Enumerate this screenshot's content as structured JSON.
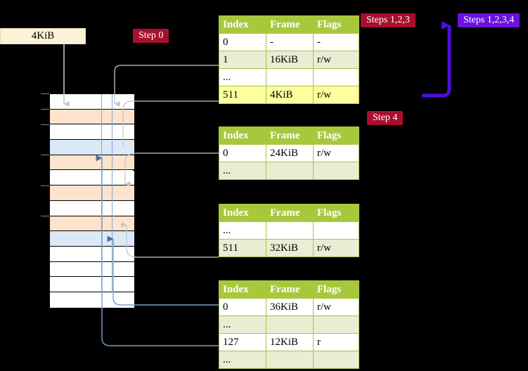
{
  "badges": {
    "step0": "Step 0",
    "step4": "Step 4",
    "steps123": "Steps 1,2,3",
    "steps1234": "Steps 1,2,3,4"
  },
  "memory_label": {
    "size": "4KiB"
  },
  "colors": {
    "table_header_bg": "#a8c83c",
    "table_alt_row_bg": "#e8eed2",
    "highlight_bg": "#ffffa0",
    "badge_crimson": "#a80f2e",
    "badge_violet": "#6a13e0",
    "mem_orange": "#fde3cc",
    "mem_blue": "#dbe8f7",
    "connector_gray": "#c8c8c8",
    "connector_blue": "#7b9fc7",
    "arrow_violet": "#4b10d8",
    "label_bg": "#fdf1d8"
  },
  "columns": [
    "Index",
    "Frame",
    "Flags"
  ],
  "tables": [
    {
      "name": "pml4-table",
      "rows": [
        {
          "index": "0",
          "frame": "-",
          "flags": "-",
          "shade": "white",
          "highlight": false
        },
        {
          "index": "1",
          "frame": "16KiB",
          "flags": "r/w",
          "shade": "alt",
          "highlight": false
        },
        {
          "index": "...",
          "frame": "",
          "flags": "",
          "shade": "white",
          "highlight": false
        },
        {
          "index": "511",
          "frame": "4KiB",
          "flags": "r/w",
          "shade": "alt",
          "highlight": true
        }
      ]
    },
    {
      "name": "pdpt-table",
      "rows": [
        {
          "index": "0",
          "frame": "24KiB",
          "flags": "r/w",
          "shade": "white",
          "highlight": false
        },
        {
          "index": "...",
          "frame": "",
          "flags": "",
          "shade": "alt",
          "highlight": false
        }
      ]
    },
    {
      "name": "pd-table",
      "rows": [
        {
          "index": "...",
          "frame": "",
          "flags": "",
          "shade": "white",
          "highlight": false
        },
        {
          "index": "511",
          "frame": "32KiB",
          "flags": "r/w",
          "shade": "alt",
          "highlight": false
        }
      ]
    },
    {
      "name": "pt-table",
      "rows": [
        {
          "index": "0",
          "frame": "36KiB",
          "flags": "r/w",
          "shade": "white",
          "highlight": false
        },
        {
          "index": "...",
          "frame": "",
          "flags": "",
          "shade": "alt",
          "highlight": false
        },
        {
          "index": "127",
          "frame": "12KiB",
          "flags": "r",
          "shade": "white",
          "highlight": false
        },
        {
          "index": "...",
          "frame": "",
          "flags": "",
          "shade": "alt",
          "highlight": false
        }
      ]
    }
  ],
  "memory_rows": [
    {
      "shade": "white"
    },
    {
      "shade": "orange"
    },
    {
      "shade": "white"
    },
    {
      "shade": "blue"
    },
    {
      "shade": "orange"
    },
    {
      "shade": "white"
    },
    {
      "shade": "orange"
    },
    {
      "shade": "white"
    },
    {
      "shade": "orange"
    },
    {
      "shade": "blue"
    },
    {
      "shade": "white"
    },
    {
      "shade": "white"
    },
    {
      "shade": "white"
    },
    {
      "shade": "white"
    }
  ]
}
